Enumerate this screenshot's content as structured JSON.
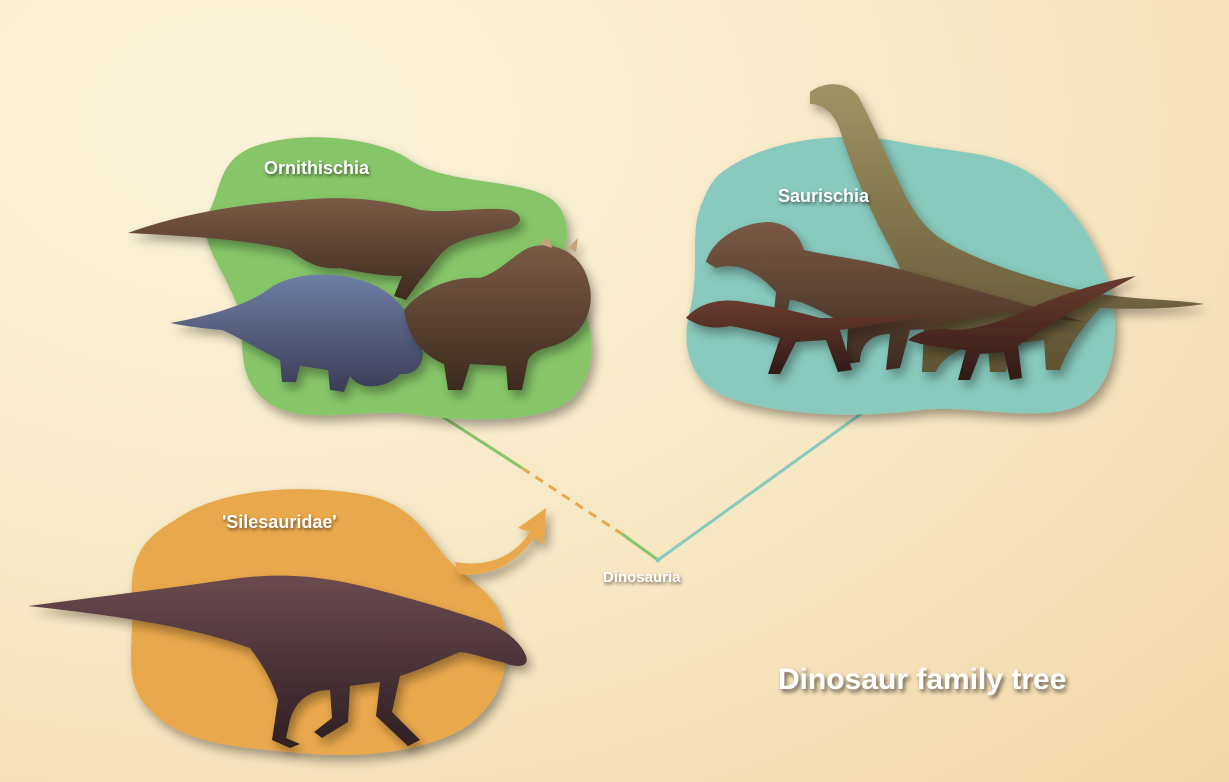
{
  "diagram": {
    "title": "Dinosaur family tree",
    "clades": {
      "ornithischia": {
        "label": "Ornithischia",
        "color": "#86c668"
      },
      "saurischia": {
        "label": "Saurischia",
        "color": "#88cabe"
      },
      "silesauridae": {
        "label": "'Silesauridae'",
        "color": "#e9a84b"
      }
    },
    "root": {
      "label": "Dinosauria"
    }
  }
}
